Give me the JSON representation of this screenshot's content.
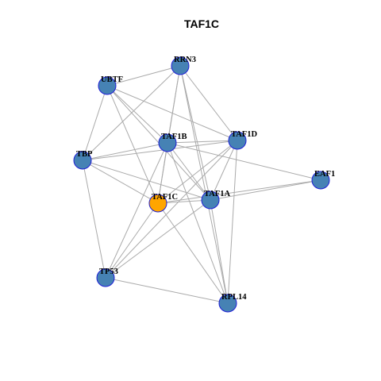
{
  "title": "TAF1C",
  "colors": {
    "node_default": "#4682b4",
    "node_highlight": "#ffa500",
    "node_border": "#1f1fd6",
    "edge": "#aaaaaa"
  },
  "nodes": [
    {
      "id": "RRN3",
      "label": "RRN3",
      "highlight": false
    },
    {
      "id": "UBTF",
      "label": "UBTF",
      "highlight": false
    },
    {
      "id": "TAF1D",
      "label": "TAF1D",
      "highlight": false
    },
    {
      "id": "TAF1B",
      "label": "TAF1B",
      "highlight": false
    },
    {
      "id": "TBP",
      "label": "TBP",
      "highlight": false
    },
    {
      "id": "EAF1",
      "label": "EAF1",
      "highlight": false
    },
    {
      "id": "TAF1A",
      "label": "TAF1A",
      "highlight": false
    },
    {
      "id": "TAF1C",
      "label": "TAF1C",
      "highlight": true
    },
    {
      "id": "TP53",
      "label": "TP53",
      "highlight": false
    },
    {
      "id": "RPL14",
      "label": "RPL14",
      "highlight": false
    }
  ],
  "edges": [
    [
      "RRN3",
      "UBTF"
    ],
    [
      "RRN3",
      "TAF1B"
    ],
    [
      "RRN3",
      "TAF1D"
    ],
    [
      "RRN3",
      "TAF1A"
    ],
    [
      "RRN3",
      "TAF1C"
    ],
    [
      "RRN3",
      "TBP"
    ],
    [
      "RRN3",
      "RPL14"
    ],
    [
      "UBTF",
      "TBP"
    ],
    [
      "UBTF",
      "TAF1B"
    ],
    [
      "UBTF",
      "TAF1D"
    ],
    [
      "UBTF",
      "TAF1A"
    ],
    [
      "UBTF",
      "TAF1C"
    ],
    [
      "TAF1B",
      "TAF1D"
    ],
    [
      "TAF1B",
      "TBP"
    ],
    [
      "TAF1B",
      "TAF1C"
    ],
    [
      "TAF1B",
      "TAF1A"
    ],
    [
      "TAF1B",
      "EAF1"
    ],
    [
      "TAF1B",
      "TP53"
    ],
    [
      "TAF1B",
      "RPL14"
    ],
    [
      "TAF1D",
      "TBP"
    ],
    [
      "TAF1D",
      "TAF1A"
    ],
    [
      "TAF1D",
      "TAF1C"
    ],
    [
      "TAF1D",
      "TP53"
    ],
    [
      "TAF1D",
      "RPL14"
    ],
    [
      "TBP",
      "TAF1A"
    ],
    [
      "TBP",
      "TAF1C"
    ],
    [
      "TBP",
      "TP53"
    ],
    [
      "TAF1C",
      "TAF1A"
    ],
    [
      "TAF1C",
      "EAF1"
    ],
    [
      "TAF1C",
      "TP53"
    ],
    [
      "TAF1C",
      "RPL14"
    ],
    [
      "TAF1A",
      "EAF1"
    ],
    [
      "TAF1A",
      "TP53"
    ],
    [
      "TAF1A",
      "RPL14"
    ],
    [
      "TP53",
      "RPL14"
    ]
  ]
}
